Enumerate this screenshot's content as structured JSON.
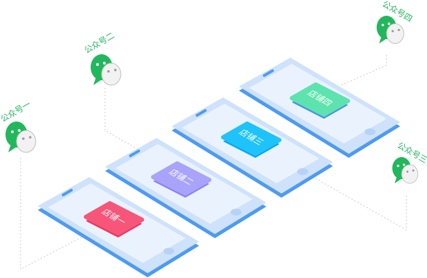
{
  "accounts": [
    {
      "label": "公众号一"
    },
    {
      "label": "公众号二"
    },
    {
      "label": "公众号三"
    },
    {
      "label": "公众号四"
    }
  ],
  "shops": [
    {
      "label": "店铺一",
      "color_top": "#f7557a",
      "color_side": "#e8385f"
    },
    {
      "label": "店铺二",
      "color_top": "#a9a3fb",
      "color_side": "#8b84f3"
    },
    {
      "label": "店铺三",
      "color_top": "#1ec3fb",
      "color_side": "#06a8ef"
    },
    {
      "label": "店铺四",
      "color_top": "#5de3ad",
      "color_side": "#4a8ff0"
    }
  ],
  "colors": {
    "phone_body": "#cfe2fb",
    "phone_edge": "#4d9bf2",
    "screen": "#eaf3fd",
    "wechat_green": "#21b85d"
  }
}
